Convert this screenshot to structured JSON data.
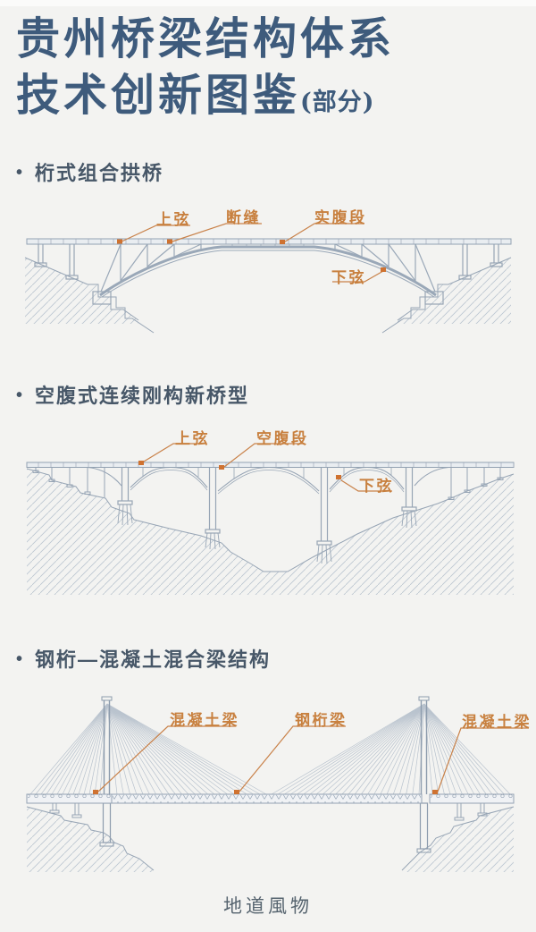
{
  "page": {
    "background": "#f3f3f1",
    "title_line1": "贵州桥梁结构体系",
    "title_line2": "技术创新图鉴",
    "title_suffix": "(部分)",
    "footer_logo": "地道風物"
  },
  "colors": {
    "title_text": "#3e5b7c",
    "heading_text": "#475768",
    "label_text": "#c8803f",
    "leader_line": "#c9824a",
    "marker_dot": "#cf7230",
    "drawing_line": "#97a5b5"
  },
  "sections": [
    {
      "bullet": "•",
      "heading": "桁式组合拱桥",
      "labels": [
        {
          "text": "上弦"
        },
        {
          "text": "断缝"
        },
        {
          "text": "实腹段"
        },
        {
          "text": "下弦"
        }
      ]
    },
    {
      "bullet": "•",
      "heading": "空腹式连续刚构新桥型",
      "labels": [
        {
          "text": "上弦"
        },
        {
          "text": "空腹段"
        },
        {
          "text": "下弦"
        }
      ]
    },
    {
      "bullet": "•",
      "heading": "钢桁—混凝土混合梁结构",
      "labels": [
        {
          "text": "混凝土梁"
        },
        {
          "text": "钢桁梁"
        },
        {
          "text": "混凝土梁"
        }
      ]
    }
  ]
}
